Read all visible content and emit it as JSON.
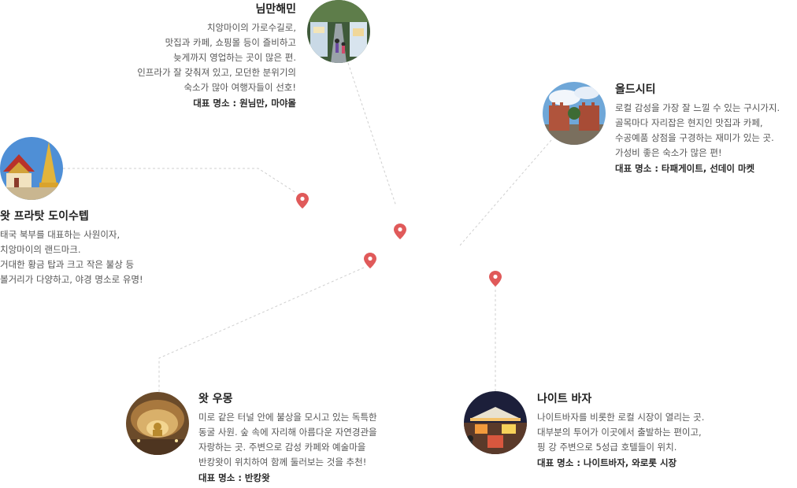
{
  "places": {
    "nimman": {
      "title": "님만해민",
      "lines": [
        "치앙마이의 가로수길로,",
        "맛집과 카페, 쇼핑몰 등이 즐비하고",
        "늦게까지 영업하는 곳이 많은 편.",
        "인프라가 잘 갖춰져 있고, 모던한 분위기의",
        "숙소가 많아 여행자들이 선호!"
      ],
      "rep": "대표 명소 : 원님만, 마야몰"
    },
    "oldcity": {
      "title": "올드시티",
      "lines": [
        "로컬 감성을 가장 잘 느낄 수 있는 구시가지.",
        "골목마다 자리잡은 현지인 맛집과 카페,",
        "수공예품 상점을 구경하는 재미가 있는 곳.",
        "가성비 좋은 숙소가 많은 편!"
      ],
      "rep": "대표 명소 : 타패게이트, 선데이 마켓"
    },
    "doisuthep": {
      "title": "왓 프라탓 도이수텝",
      "lines": [
        "태국 북부를 대표하는 사원이자,",
        "치앙마이의 랜드마크.",
        "거대한 황금 탑과 크고 작은 불상 등",
        "볼거리가 다양하고, 야경 명소로 유명!"
      ]
    },
    "umong": {
      "title": "왓 우몽",
      "lines": [
        "미로 같은 터널 안에 불상을 모시고 있는 독특한",
        "동굴 사원. 숲 속에 자리해 아름다운 자연경관을",
        "자랑하는 곳. 주변으로 감성 카페와 예술마을",
        "반캉왓이 위치하여 함께 둘러보는 것을 추천!"
      ],
      "rep": "대표 명소 : 반캉왓"
    },
    "nightbazaar": {
      "title": "나이트 바자",
      "lines": [
        "나이트바자를 비롯한 로컬 시장이 열리는 곳.",
        "대부분의 투어가 이곳에서 출발하는 편이고,",
        "핑 강 주변으로 5성급 호텔들이 위치."
      ],
      "rep": "대표 명소 : 나이트바자, 와로롯 시장"
    }
  },
  "colors": {
    "pin": "#e05a5a",
    "connector": "#cfcfcf",
    "title": "#1f1f1f",
    "body": "#555555"
  },
  "icons": [
    "map-pin-icon"
  ]
}
